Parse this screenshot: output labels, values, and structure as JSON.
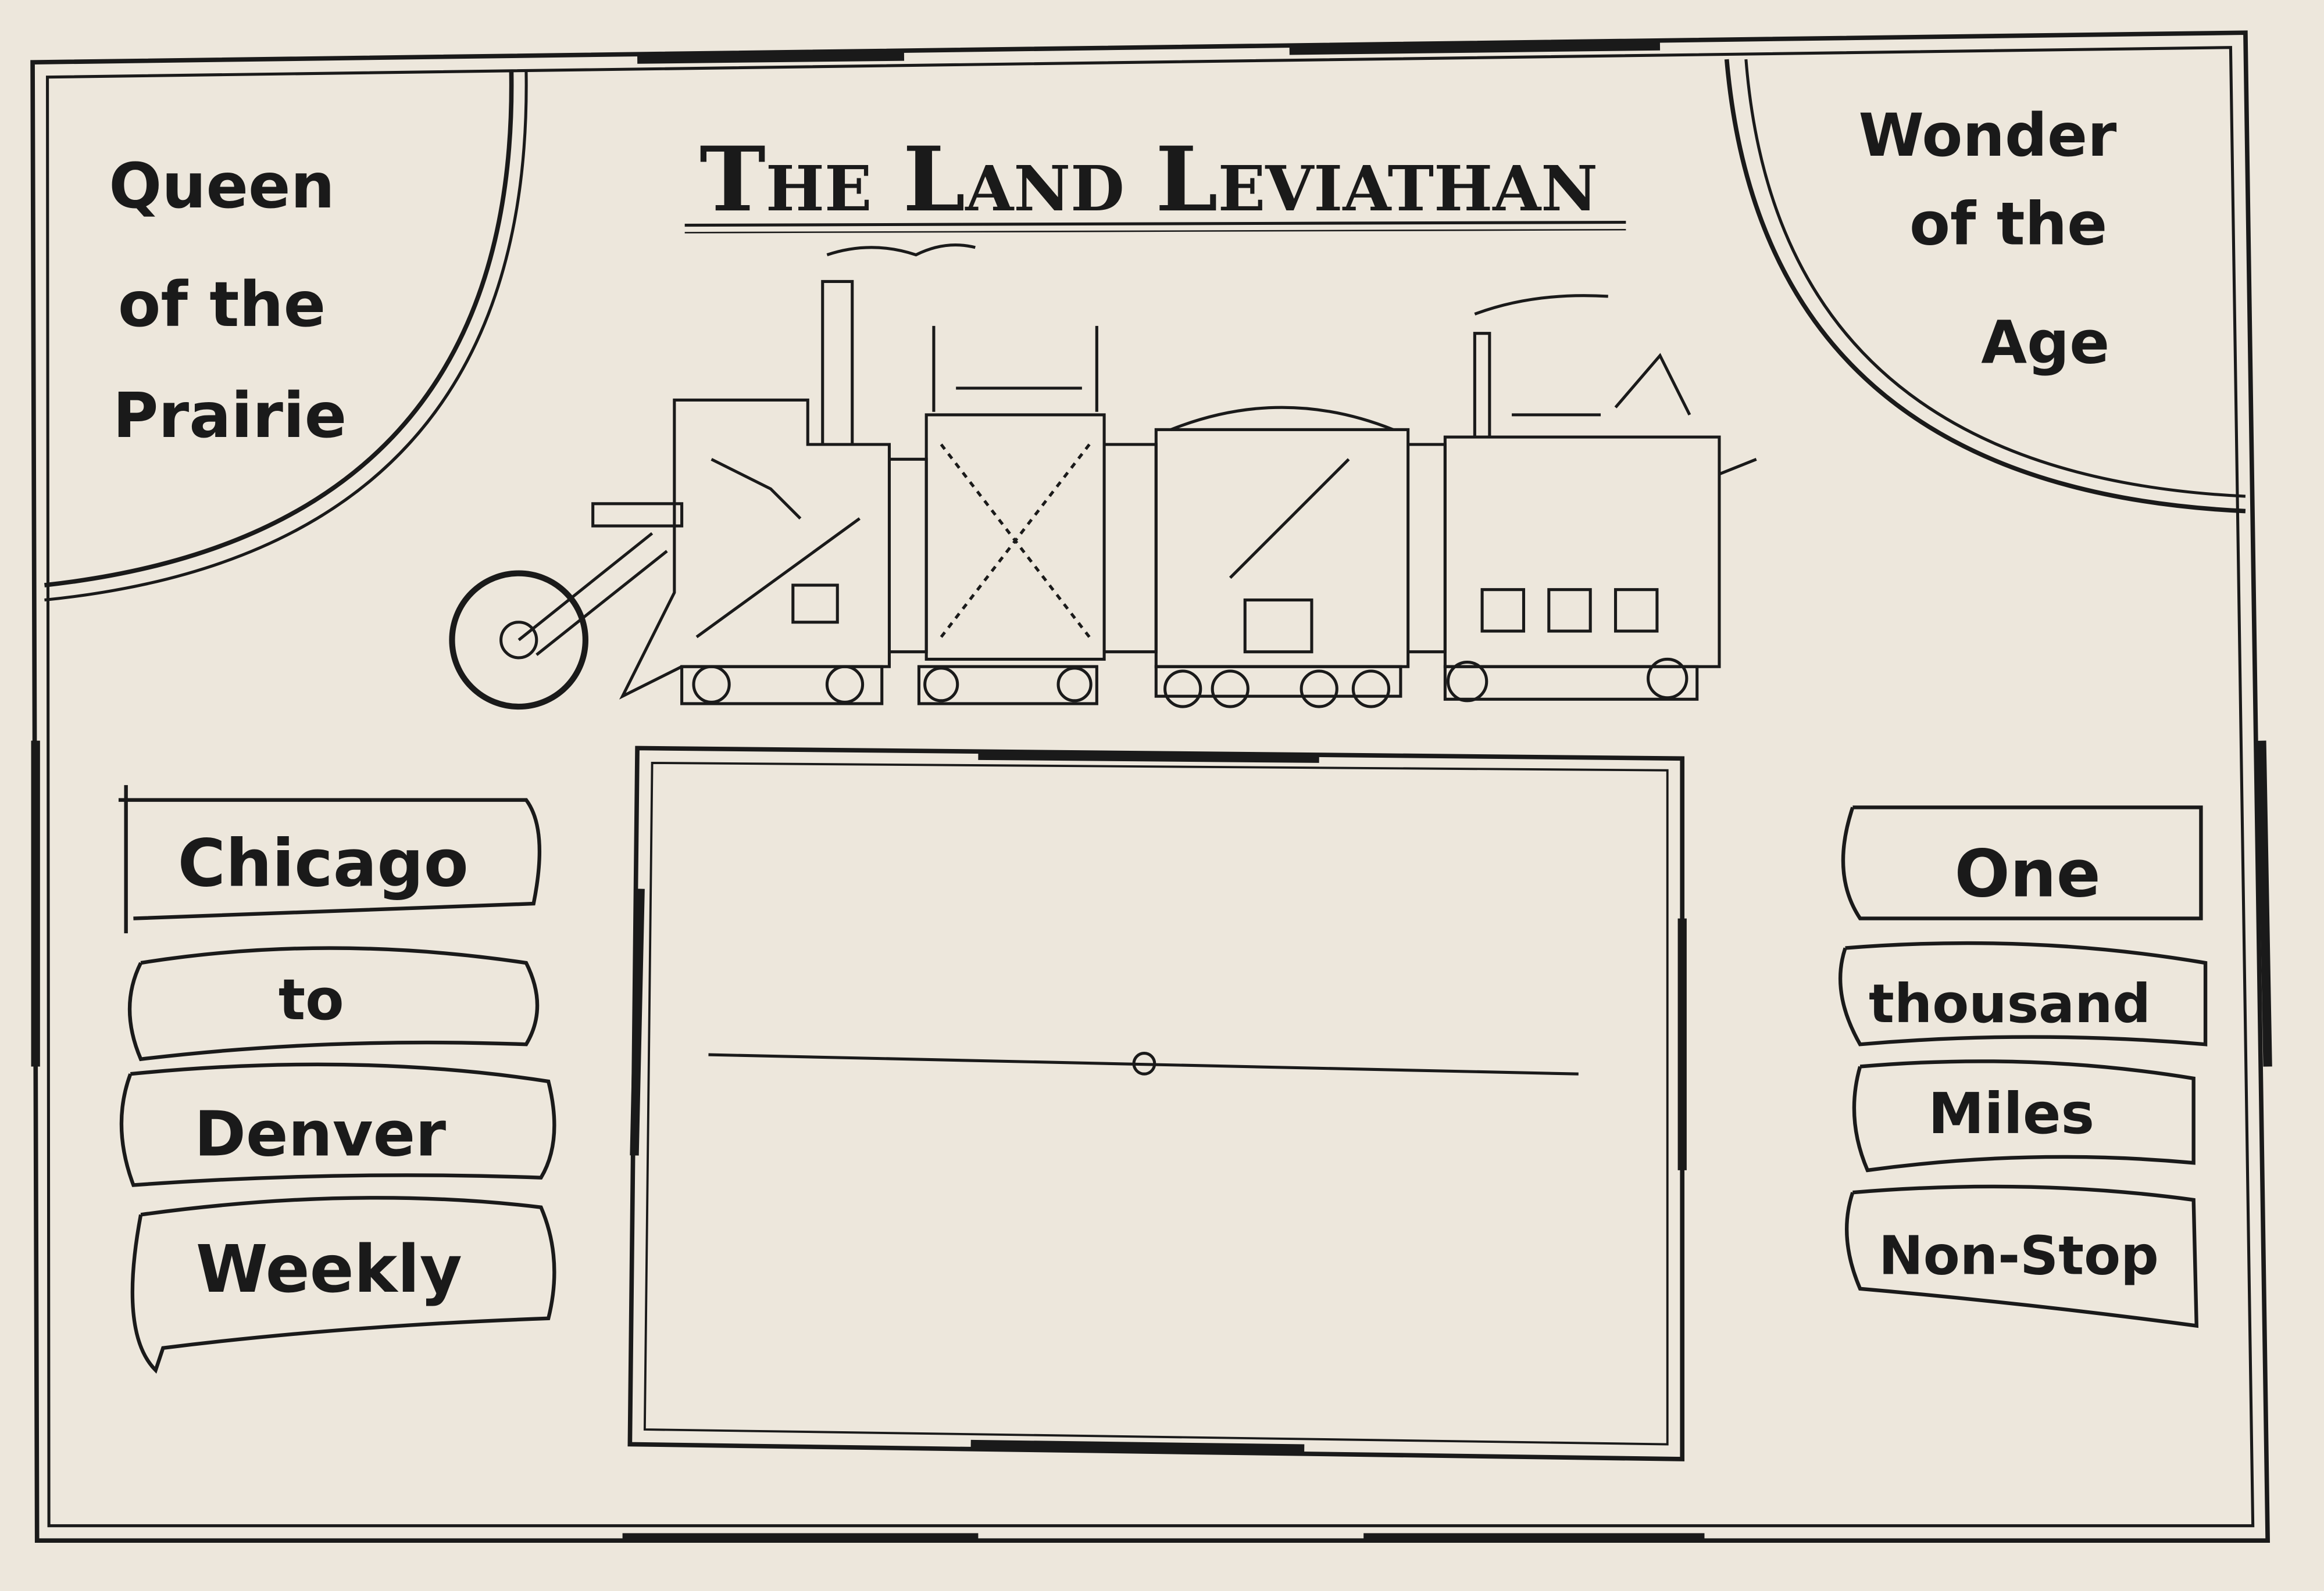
{
  "title": "The Land Leviathan",
  "corners": {
    "top_left": [
      "Queen",
      "of the",
      "Prairie"
    ],
    "top_right": [
      "Wonder",
      "of the",
      "Age"
    ]
  },
  "left_banners": [
    "Chicago",
    "to",
    "Denver",
    "Weekly"
  ],
  "right_banners": [
    "One",
    "thousand",
    "Miles",
    "Non-Stop"
  ],
  "colors": {
    "paper": "#ede7dc",
    "ink": "#1a1a1a"
  }
}
